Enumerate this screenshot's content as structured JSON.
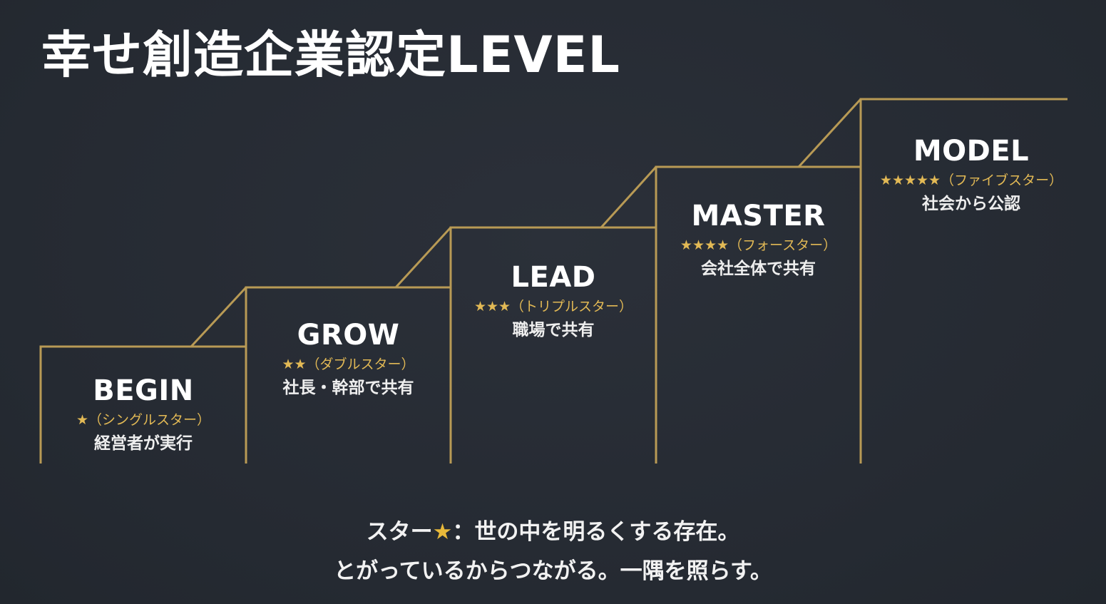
{
  "title": "幸せ創造企業認定LEVEL",
  "colors": {
    "background": "#262b33",
    "gold_line": "#b89a55",
    "star": "#e2b955",
    "text": "#ffffff"
  },
  "levels": [
    {
      "name": "BEGIN",
      "stars": "★（シングルスター）",
      "desc": "経営者が実行"
    },
    {
      "name": "GROW",
      "stars": "★★（ダブルスター）",
      "desc": "社長・幹部で共有"
    },
    {
      "name": "LEAD",
      "stars": "★★★（トリプルスター）",
      "desc": "職場で共有"
    },
    {
      "name": "MASTER",
      "stars": "★★★★（フォースター）",
      "desc": "会社全体で共有"
    },
    {
      "name": "MODEL",
      "stars": "★★★★★（ファイブスター）",
      "desc": "社会から公認"
    }
  ],
  "footer": {
    "line1_before": "スター",
    "line1_star": "★",
    "line1_after": "：世の中を明るくする存在。",
    "line2": "とがっているからつながる。一隅を照らす。"
  }
}
